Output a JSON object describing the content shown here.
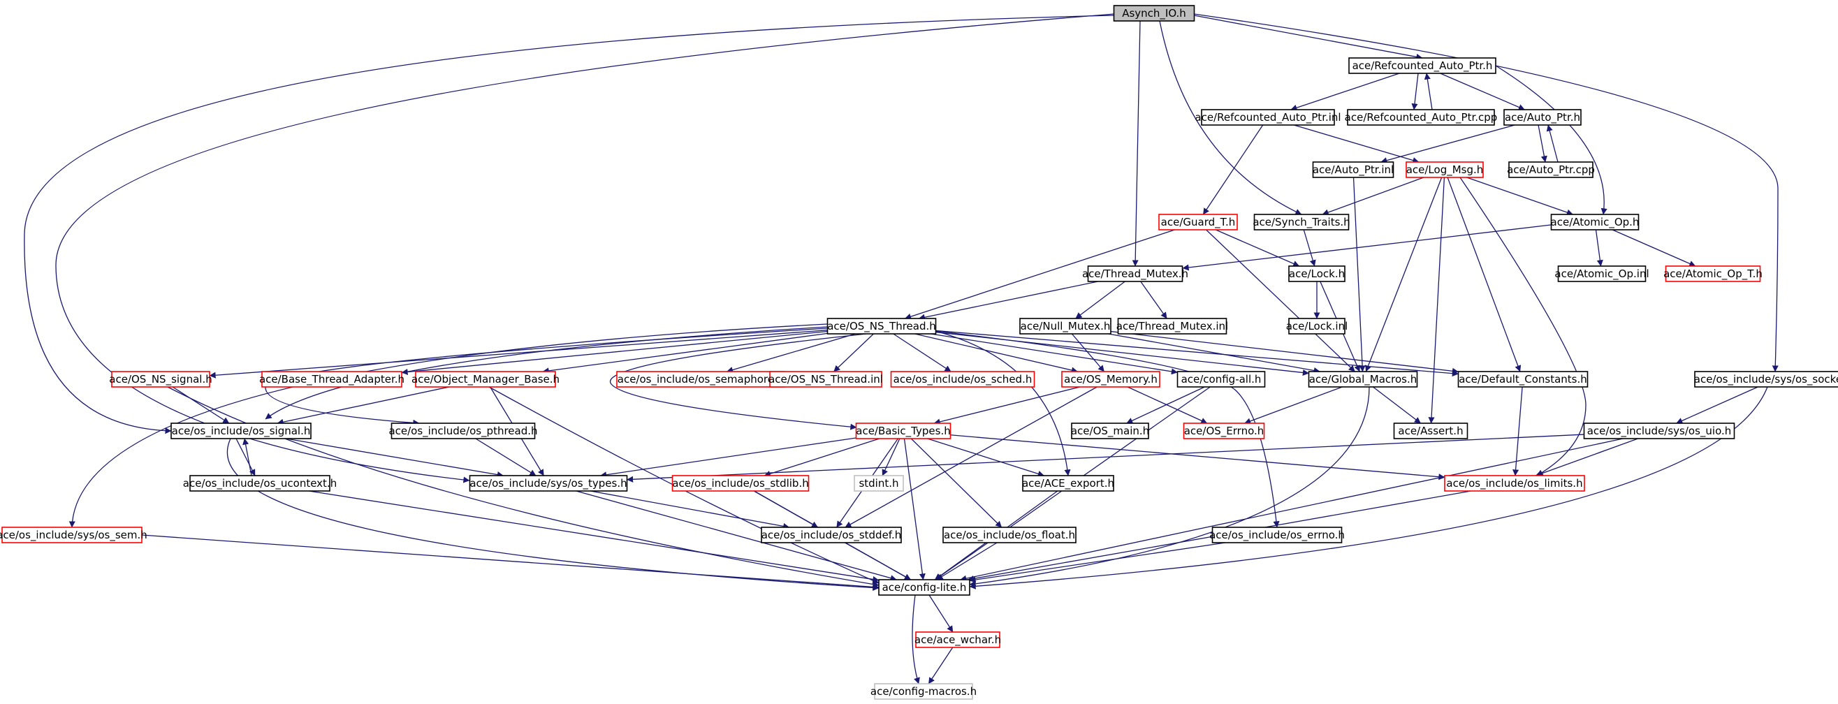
{
  "colors": {
    "edge": "#191970",
    "border_normal": "#000000",
    "border_truncated": "#ff0000",
    "border_external": "#bfbfbf",
    "root_fill": "#bfbfbf"
  },
  "nodes": [
    {
      "id": "asynch_io_h",
      "label": "Asynch_IO.h",
      "kind": "root"
    },
    {
      "id": "refcounted_auto_ptr_h",
      "label": "ace/Refcounted_Auto_Ptr.h",
      "kind": "normal"
    },
    {
      "id": "refcounted_auto_ptr_inl",
      "label": "ace/Refcounted_Auto_Ptr.inl",
      "kind": "normal"
    },
    {
      "id": "refcounted_auto_ptr_cpp",
      "label": "ace/Refcounted_Auto_Ptr.cpp",
      "kind": "normal"
    },
    {
      "id": "auto_ptr_h",
      "label": "ace/Auto_Ptr.h",
      "kind": "normal"
    },
    {
      "id": "auto_ptr_inl",
      "label": "ace/Auto_Ptr.inl",
      "kind": "normal"
    },
    {
      "id": "log_msg_h",
      "label": "ace/Log_Msg.h",
      "kind": "truncated"
    },
    {
      "id": "auto_ptr_cpp",
      "label": "ace/Auto_Ptr.cpp",
      "kind": "normal"
    },
    {
      "id": "guard_t_h",
      "label": "ace/Guard_T.h",
      "kind": "truncated"
    },
    {
      "id": "synch_traits_h",
      "label": "ace/Synch_Traits.h",
      "kind": "normal"
    },
    {
      "id": "atomic_op_h",
      "label": "ace/Atomic_Op.h",
      "kind": "normal"
    },
    {
      "id": "thread_mutex_h",
      "label": "ace/Thread_Mutex.h",
      "kind": "normal"
    },
    {
      "id": "lock_h",
      "label": "ace/Lock.h",
      "kind": "normal"
    },
    {
      "id": "atomic_op_inl",
      "label": "ace/Atomic_Op.inl",
      "kind": "normal"
    },
    {
      "id": "atomic_op_t_h",
      "label": "ace/Atomic_Op_T.h",
      "kind": "truncated"
    },
    {
      "id": "os_ns_thread_h",
      "label": "ace/OS_NS_Thread.h",
      "kind": "normal"
    },
    {
      "id": "null_mutex_h",
      "label": "ace/Null_Mutex.h",
      "kind": "normal"
    },
    {
      "id": "thread_mutex_inl",
      "label": "ace/Thread_Mutex.inl",
      "kind": "normal"
    },
    {
      "id": "lock_inl",
      "label": "ace/Lock.inl",
      "kind": "normal"
    },
    {
      "id": "os_ns_signal_h",
      "label": "ace/OS_NS_signal.h",
      "kind": "truncated"
    },
    {
      "id": "base_thread_adapter_h",
      "label": "ace/Base_Thread_Adapter.h",
      "kind": "truncated"
    },
    {
      "id": "object_manager_base_h",
      "label": "ace/Object_Manager_Base.h",
      "kind": "truncated"
    },
    {
      "id": "os_semaphore_h",
      "label": "ace/os_include/os_semaphore.h",
      "kind": "truncated"
    },
    {
      "id": "os_ns_thread_inl",
      "label": "ace/OS_NS_Thread.inl",
      "kind": "truncated"
    },
    {
      "id": "os_sched_h",
      "label": "ace/os_include/os_sched.h",
      "kind": "truncated"
    },
    {
      "id": "os_memory_h",
      "label": "ace/OS_Memory.h",
      "kind": "truncated"
    },
    {
      "id": "config_all_h",
      "label": "ace/config-all.h",
      "kind": "normal"
    },
    {
      "id": "global_macros_h",
      "label": "ace/Global_Macros.h",
      "kind": "normal"
    },
    {
      "id": "default_constants_h",
      "label": "ace/Default_Constants.h",
      "kind": "normal"
    },
    {
      "id": "sys_os_socket_h",
      "label": "ace/os_include/sys/os_socket.h",
      "kind": "normal"
    },
    {
      "id": "os_signal_h",
      "label": "ace/os_include/os_signal.h",
      "kind": "normal"
    },
    {
      "id": "os_pthread_h",
      "label": "ace/os_include/os_pthread.h",
      "kind": "normal"
    },
    {
      "id": "basic_types_h",
      "label": "ace/Basic_Types.h",
      "kind": "truncated"
    },
    {
      "id": "os_main_h",
      "label": "ace/OS_main.h",
      "kind": "normal"
    },
    {
      "id": "os_errno_h_ace",
      "label": "ace/OS_Errno.h",
      "kind": "truncated"
    },
    {
      "id": "assert_h",
      "label": "ace/Assert.h",
      "kind": "normal"
    },
    {
      "id": "sys_os_uio_h",
      "label": "ace/os_include/sys/os_uio.h",
      "kind": "normal"
    },
    {
      "id": "os_ucontext_h",
      "label": "ace/os_include/os_ucontext.h",
      "kind": "normal"
    },
    {
      "id": "sys_os_types_h",
      "label": "ace/os_include/sys/os_types.h",
      "kind": "normal"
    },
    {
      "id": "os_stdlib_h",
      "label": "ace/os_include/os_stdlib.h",
      "kind": "truncated"
    },
    {
      "id": "stdint_h",
      "label": "stdint.h",
      "kind": "external"
    },
    {
      "id": "ace_export_h",
      "label": "ace/ACE_export.h",
      "kind": "normal"
    },
    {
      "id": "os_limits_h",
      "label": "ace/os_include/os_limits.h",
      "kind": "truncated"
    },
    {
      "id": "sys_os_sem_h",
      "label": "ace/os_include/sys/os_sem.h",
      "kind": "truncated"
    },
    {
      "id": "os_stddef_h",
      "label": "ace/os_include/os_stddef.h",
      "kind": "normal"
    },
    {
      "id": "os_float_h",
      "label": "ace/os_include/os_float.h",
      "kind": "normal"
    },
    {
      "id": "os_errno_h",
      "label": "ace/os_include/os_errno.h",
      "kind": "normal"
    },
    {
      "id": "config_lite_h",
      "label": "ace/config-lite.h",
      "kind": "normal"
    },
    {
      "id": "ace_wchar_h",
      "label": "ace/ace_wchar.h",
      "kind": "truncated"
    },
    {
      "id": "config_macros_h",
      "label": "ace/config-macros.h",
      "kind": "external"
    }
  ],
  "edges": [
    [
      "asynch_io_h",
      "refcounted_auto_ptr_h"
    ],
    [
      "asynch_io_h",
      "thread_mutex_h"
    ],
    [
      "asynch_io_h",
      "synch_traits_h"
    ],
    [
      "asynch_io_h",
      "sys_os_socket_h"
    ],
    [
      "asynch_io_h",
      "os_signal_h"
    ],
    [
      "asynch_io_h",
      "sys_os_types_h"
    ],
    [
      "refcounted_auto_ptr_h",
      "refcounted_auto_ptr_inl"
    ],
    [
      "refcounted_auto_ptr_h",
      "refcounted_auto_ptr_cpp"
    ],
    [
      "refcounted_auto_ptr_cpp",
      "refcounted_auto_ptr_h"
    ],
    [
      "refcounted_auto_ptr_h",
      "auto_ptr_h"
    ],
    [
      "refcounted_auto_ptr_h",
      "atomic_op_h"
    ],
    [
      "refcounted_auto_ptr_inl",
      "guard_t_h"
    ],
    [
      "refcounted_auto_ptr_inl",
      "log_msg_h"
    ],
    [
      "auto_ptr_h",
      "auto_ptr_inl"
    ],
    [
      "auto_ptr_h",
      "auto_ptr_cpp"
    ],
    [
      "auto_ptr_cpp",
      "auto_ptr_h"
    ],
    [
      "auto_ptr_inl",
      "global_macros_h"
    ],
    [
      "log_msg_h",
      "synch_traits_h"
    ],
    [
      "log_msg_h",
      "atomic_op_h"
    ],
    [
      "log_msg_h",
      "global_macros_h"
    ],
    [
      "log_msg_h",
      "default_constants_h"
    ],
    [
      "log_msg_h",
      "assert_h"
    ],
    [
      "log_msg_h",
      "os_limits_h"
    ],
    [
      "guard_t_h",
      "lock_h"
    ],
    [
      "guard_t_h",
      "os_ns_thread_h"
    ],
    [
      "guard_t_h",
      "global_macros_h"
    ],
    [
      "synch_traits_h",
      "lock_h"
    ],
    [
      "atomic_op_h",
      "thread_mutex_h"
    ],
    [
      "atomic_op_h",
      "atomic_op_inl"
    ],
    [
      "atomic_op_h",
      "atomic_op_t_h"
    ],
    [
      "thread_mutex_h",
      "os_ns_thread_h"
    ],
    [
      "thread_mutex_h",
      "null_mutex_h"
    ],
    [
      "thread_mutex_h",
      "thread_mutex_inl"
    ],
    [
      "lock_h",
      "lock_inl"
    ],
    [
      "lock_h",
      "global_macros_h"
    ],
    [
      "null_mutex_h",
      "os_memory_h"
    ],
    [
      "null_mutex_h",
      "global_macros_h"
    ],
    [
      "null_mutex_h",
      "default_constants_h"
    ],
    [
      "os_ns_thread_h",
      "os_ns_signal_h"
    ],
    [
      "os_ns_thread_h",
      "base_thread_adapter_h"
    ],
    [
      "os_ns_thread_h",
      "object_manager_base_h"
    ],
    [
      "os_ns_thread_h",
      "os_semaphore_h"
    ],
    [
      "os_ns_thread_h",
      "os_ns_thread_inl"
    ],
    [
      "os_ns_thread_h",
      "os_sched_h"
    ],
    [
      "os_ns_thread_h",
      "os_memory_h"
    ],
    [
      "os_ns_thread_h",
      "config_all_h"
    ],
    [
      "os_ns_thread_h",
      "global_macros_h"
    ],
    [
      "os_ns_thread_h",
      "default_constants_h"
    ],
    [
      "os_ns_thread_h",
      "basic_types_h"
    ],
    [
      "os_ns_thread_h",
      "ace_export_h"
    ],
    [
      "os_ns_thread_h",
      "os_errno_h"
    ],
    [
      "os_ns_thread_h",
      "sys_os_sem_h"
    ],
    [
      "os_ns_thread_h",
      "os_pthread_h"
    ],
    [
      "os_ns_thread_h",
      "os_signal_h"
    ],
    [
      "os_ns_signal_h",
      "os_signal_h"
    ],
    [
      "os_ns_signal_h",
      "config_lite_h"
    ],
    [
      "object_manager_base_h",
      "os_signal_h"
    ],
    [
      "object_manager_base_h",
      "sys_os_types_h"
    ],
    [
      "object_manager_base_h",
      "config_lite_h"
    ],
    [
      "os_memory_h",
      "basic_types_h"
    ],
    [
      "os_memory_h",
      "os_errno_h_ace"
    ],
    [
      "os_memory_h",
      "os_stddef_h"
    ],
    [
      "config_all_h",
      "os_main_h"
    ],
    [
      "config_all_h",
      "config_lite_h"
    ],
    [
      "global_macros_h",
      "os_errno_h_ace"
    ],
    [
      "global_macros_h",
      "assert_h"
    ],
    [
      "global_macros_h",
      "config_lite_h"
    ],
    [
      "default_constants_h",
      "os_limits_h"
    ],
    [
      "sys_os_socket_h",
      "sys_os_uio_h"
    ],
    [
      "sys_os_socket_h",
      "config_lite_h"
    ],
    [
      "sys_os_uio_h",
      "sys_os_types_h"
    ],
    [
      "sys_os_uio_h",
      "os_limits_h"
    ],
    [
      "sys_os_uio_h",
      "config_lite_h"
    ],
    [
      "os_signal_h",
      "os_ucontext_h"
    ],
    [
      "os_ucontext_h",
      "os_signal_h"
    ],
    [
      "os_signal_h",
      "sys_os_types_h"
    ],
    [
      "os_signal_h",
      "config_lite_h"
    ],
    [
      "os_ucontext_h",
      "config_lite_h"
    ],
    [
      "os_pthread_h",
      "sys_os_types_h"
    ],
    [
      "basic_types_h",
      "sys_os_types_h"
    ],
    [
      "basic_types_h",
      "os_stdlib_h"
    ],
    [
      "basic_types_h",
      "stdint_h"
    ],
    [
      "basic_types_h",
      "ace_export_h"
    ],
    [
      "basic_types_h",
      "os_limits_h"
    ],
    [
      "basic_types_h",
      "os_stddef_h"
    ],
    [
      "basic_types_h",
      "os_float_h"
    ],
    [
      "basic_types_h",
      "config_lite_h"
    ],
    [
      "sys_os_types_h",
      "os_stddef_h"
    ],
    [
      "sys_os_types_h",
      "config_lite_h"
    ],
    [
      "os_stdlib_h",
      "os_stddef_h"
    ],
    [
      "os_stdlib_h",
      "config_lite_h"
    ],
    [
      "ace_export_h",
      "config_lite_h"
    ],
    [
      "os_limits_h",
      "config_lite_h"
    ],
    [
      "sys_os_sem_h",
      "config_lite_h"
    ],
    [
      "os_stddef_h",
      "config_lite_h"
    ],
    [
      "os_float_h",
      "config_lite_h"
    ],
    [
      "os_errno_h",
      "config_lite_h"
    ],
    [
      "config_lite_h",
      "ace_wchar_h"
    ],
    [
      "config_lite_h",
      "config_macros_h"
    ],
    [
      "ace_wchar_h",
      "config_macros_h"
    ]
  ]
}
